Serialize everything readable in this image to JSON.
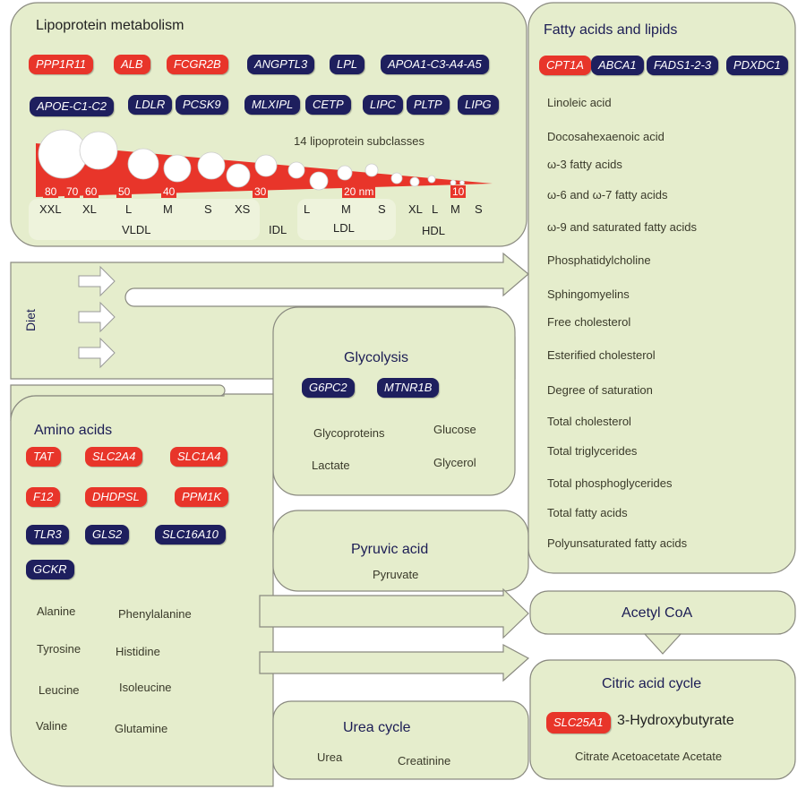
{
  "colors": {
    "panel": "#e5edcc",
    "border": "#8a8a80",
    "up": "#e8352a",
    "down": "#1e1f5e"
  },
  "lipoprotein": {
    "title": "Lipoprotein metabolism",
    "genes": [
      {
        "label": "PPP1R11",
        "color": "red"
      },
      {
        "label": "ALB",
        "color": "red"
      },
      {
        "label": "FCGR2B",
        "color": "red"
      },
      {
        "label": "ANGPTL3",
        "color": "navy"
      },
      {
        "label": "LPL",
        "color": "navy"
      },
      {
        "label": "APOA1-C3-A4-A5",
        "color": "navy"
      },
      {
        "label": "APOE-C1-C2",
        "color": "navy"
      },
      {
        "label": "LDLR",
        "color": "navy"
      },
      {
        "label": "PCSK9",
        "color": "navy"
      },
      {
        "label": "MLXIPL",
        "color": "navy"
      },
      {
        "label": "CETP",
        "color": "navy"
      },
      {
        "label": "LIPC",
        "color": "navy"
      },
      {
        "label": "PLTP",
        "color": "navy"
      },
      {
        "label": "LIPG",
        "color": "navy"
      }
    ],
    "subclasses_label": "14 lipoprotein subclasses",
    "sizes": [
      "80",
      "70",
      "60",
      "50",
      "40",
      "30",
      "20 nm",
      "10"
    ],
    "subclasses": [
      "XXL",
      "XL",
      "L",
      "M",
      "S",
      "XS",
      "L",
      "M",
      "S",
      "XL",
      "L",
      "M",
      "S"
    ],
    "groups": [
      "VLDL",
      "IDL",
      "LDL",
      "HDL"
    ]
  },
  "fatty": {
    "title": "Fatty acids and lipids",
    "genes": [
      {
        "label": "CPT1A",
        "color": "red"
      },
      {
        "label": "ABCA1",
        "color": "navy"
      },
      {
        "label": "FADS1-2-3",
        "color": "navy"
      },
      {
        "label": "PDXDC1",
        "color": "navy"
      }
    ],
    "items": [
      "Linoleic acid",
      "Docosahexaenoic acid",
      "ω-3 fatty acids",
      "ω-6 and ω-7 fatty acids",
      "ω-9 and saturated fatty acids",
      "Phosphatidylcholine",
      "Sphingomyelins",
      "Free cholesterol",
      "Esterified cholesterol",
      "Degree of saturation",
      "Total cholesterol",
      "Total triglycerides",
      "Total phosphoglycerides",
      "Total fatty acids",
      "Polyunsaturated fatty acids"
    ]
  },
  "diet": {
    "label": "Diet"
  },
  "glycolysis": {
    "title": "Glycolysis",
    "genes": [
      {
        "label": "G6PC2",
        "color": "navy"
      },
      {
        "label": "MTNR1B",
        "color": "navy"
      }
    ],
    "items": [
      "Glycoproteins",
      "Glucose",
      "Lactate",
      "Glycerol"
    ]
  },
  "amino": {
    "title": "Amino acids",
    "genes": [
      {
        "label": "TAT",
        "color": "red"
      },
      {
        "label": "SLC2A4",
        "color": "red"
      },
      {
        "label": "SLC1A4",
        "color": "red"
      },
      {
        "label": "F12",
        "color": "red"
      },
      {
        "label": "DHDPSL",
        "color": "red"
      },
      {
        "label": "PPM1K",
        "color": "red"
      },
      {
        "label": "TLR3",
        "color": "navy"
      },
      {
        "label": "GLS2",
        "color": "navy"
      },
      {
        "label": "SLC16A10",
        "color": "navy"
      },
      {
        "label": "GCKR",
        "color": "navy"
      }
    ],
    "items": [
      "Alanine",
      "Phenylalanine",
      "Tyrosine",
      "Histidine",
      "Leucine",
      "Isoleucine",
      "Valine",
      "Glutamine"
    ]
  },
  "pyruvic": {
    "title": "Pyruvic acid",
    "items": [
      "Pyruvate"
    ]
  },
  "acetyl": {
    "title": "Acetyl CoA"
  },
  "citric": {
    "title": "Citric acid cycle",
    "genes": [
      {
        "label": "SLC25A1",
        "color": "red"
      }
    ],
    "items": [
      "3-Hydroxybutyrate",
      "Citrate Acetoacetate Acetate"
    ]
  },
  "urea": {
    "title": "Urea cycle",
    "items": [
      "Urea",
      "Creatinine"
    ]
  }
}
